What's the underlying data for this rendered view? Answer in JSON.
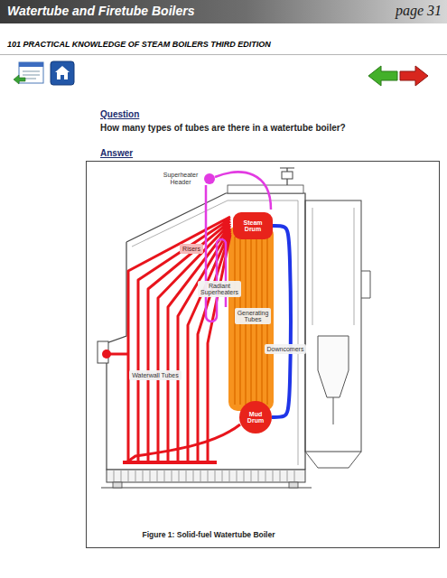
{
  "diagram": {
    "title": "Watertube and Firetube Boilers",
    "caption": "Figure 1: Solid-fuel Watertube Boiler",
    "nodes": [
      {
        "text": [
          "Steam Drum"
        ]
      },
      {
        "text": [
          "Risers"
        ]
      },
      {
        "text": [
          "Radiant Superheaters"
        ]
      },
      {
        "text": [
          "Generating Tubes"
        ]
      },
      {
        "text": [
          "Downcomers"
        ]
      },
      {
        "text": [
          "Waterwall Tubes"
        ]
      },
      {
        "text": [
          "Mud Drum"
        ]
      }
    ],
    "edges": [
      {
        "from": 0,
        "to": 6,
        "arrow": "none"
      }
    ],
    "labels": [
      "page 31",
      "101 PRACTICAL KNOWLEDGE OF STEAM BOILERS THIRD EDITION",
      "Question",
      "How many types of tubes are there in a watertube boiler?",
      "Answer",
      "Superheater Header"
    ]
  }
}
